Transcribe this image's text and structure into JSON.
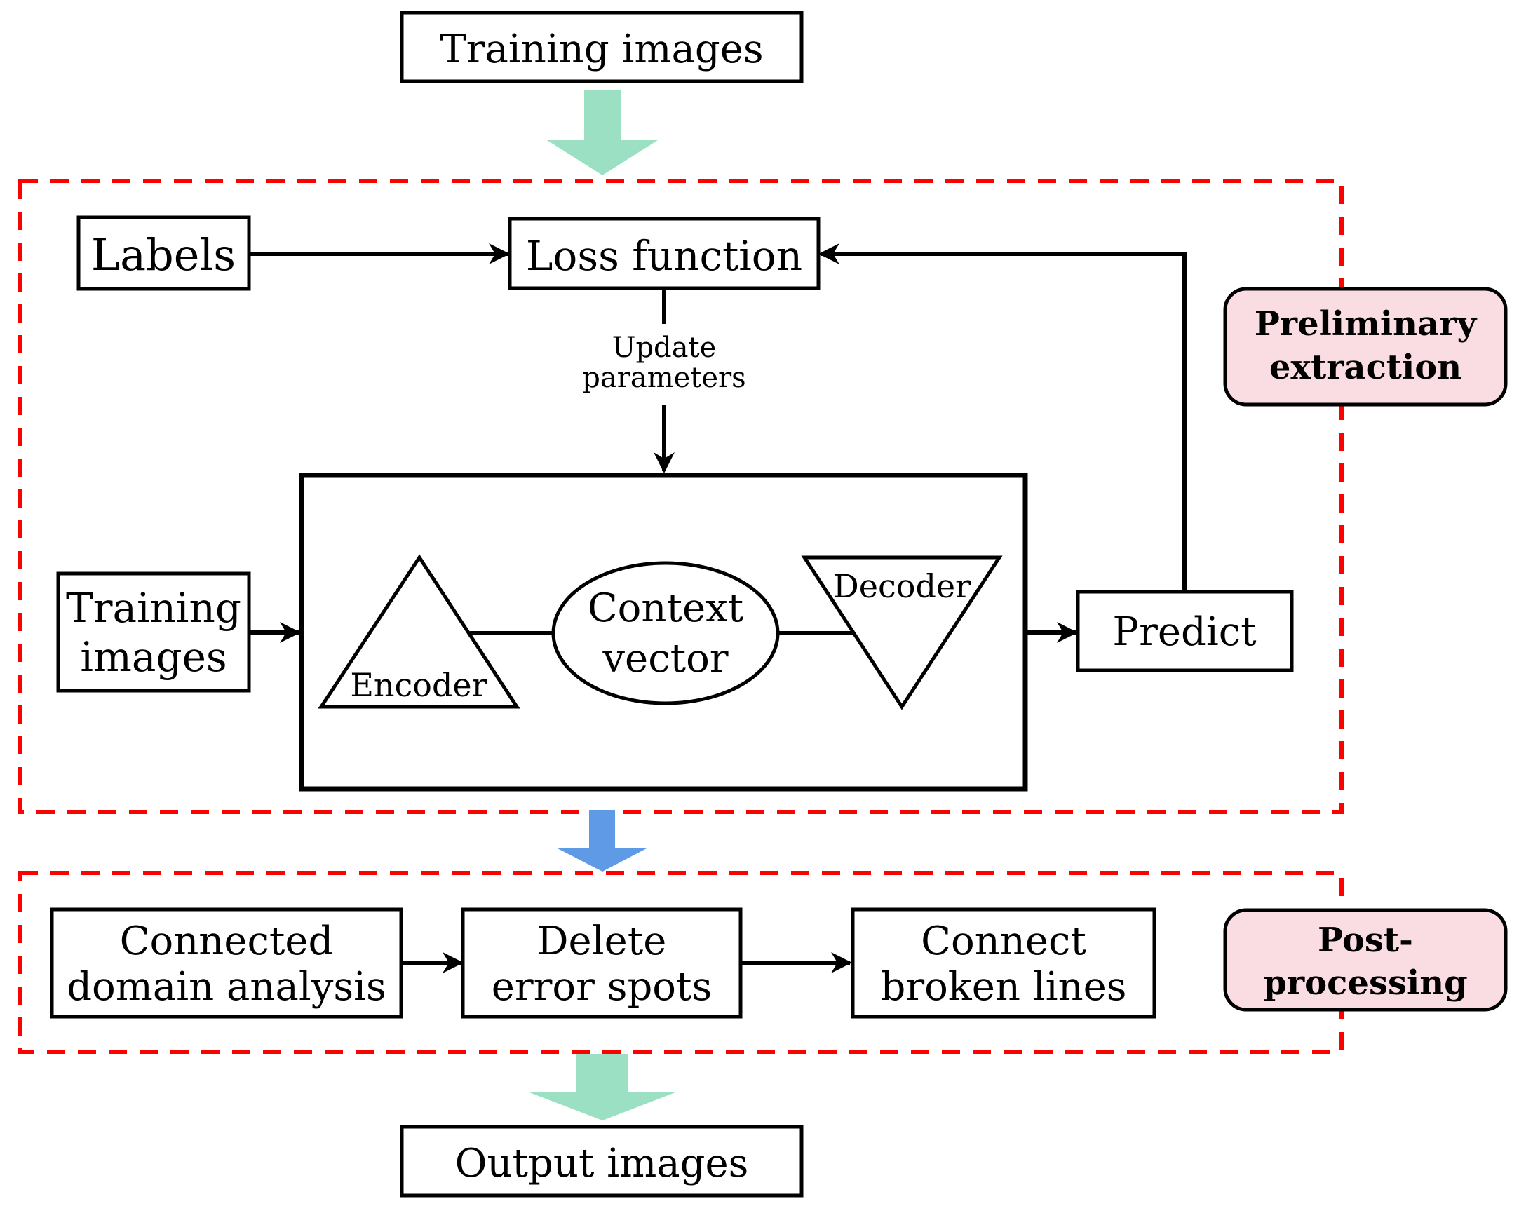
{
  "nodes": {
    "training_images_top": "Training images",
    "labels": "Labels",
    "loss_function": "Loss function",
    "update_parameters": [
      "Update",
      "parameters"
    ],
    "training_images_left": [
      "Training",
      "images"
    ],
    "encoder": "Encoder",
    "context_vector": [
      "Context",
      "vector"
    ],
    "decoder": "Decoder",
    "predict": "Predict",
    "connected_domain": [
      "Connected",
      "domain analysis"
    ],
    "delete_error": [
      "Delete",
      "error spots"
    ],
    "connect_broken": [
      "Connect",
      "broken lines"
    ],
    "output_images": "Output images"
  },
  "stages": {
    "preliminary": [
      "Preliminary",
      "extraction"
    ],
    "post": [
      "Post-",
      "processing"
    ]
  },
  "colors": {
    "green_arrow": "#9ce0c3",
    "blue_arrow": "#5e9ae6",
    "dashed_border": "#ff0000",
    "stage_tag_fill": "#fadde3"
  }
}
